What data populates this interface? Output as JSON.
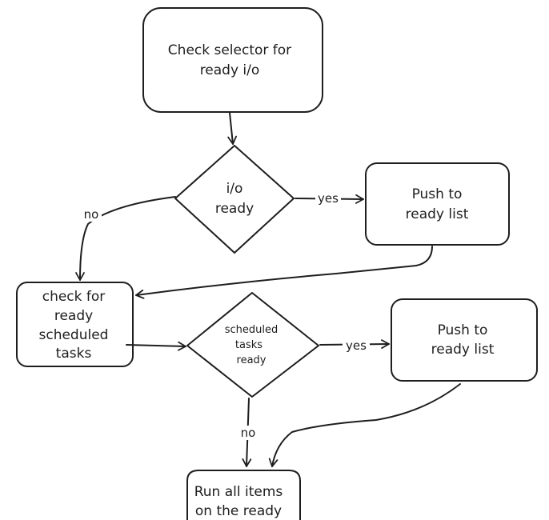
{
  "nodes": {
    "check_selector": {
      "lines": [
        "Check selector for",
        "ready i/o"
      ]
    },
    "io_ready": {
      "lines": [
        "i/o",
        "ready"
      ]
    },
    "push_ready_1": {
      "lines": [
        "Push to",
        "ready list"
      ]
    },
    "check_scheduled": {
      "lines": [
        "check for",
        "ready",
        "scheduled",
        "tasks"
      ]
    },
    "scheduled_ready": {
      "lines": [
        "scheduled",
        "tasks",
        "ready"
      ]
    },
    "push_ready_2": {
      "lines": [
        "Push to",
        "ready list"
      ]
    },
    "run_all": {
      "lines": [
        "Run all items",
        "on the ready"
      ]
    }
  },
  "edges": {
    "io_yes": "yes",
    "io_no": "no",
    "sched_yes": "yes",
    "sched_no": "no"
  },
  "colors": {
    "stroke": "#1e1e1e",
    "background": "#ffffff"
  }
}
